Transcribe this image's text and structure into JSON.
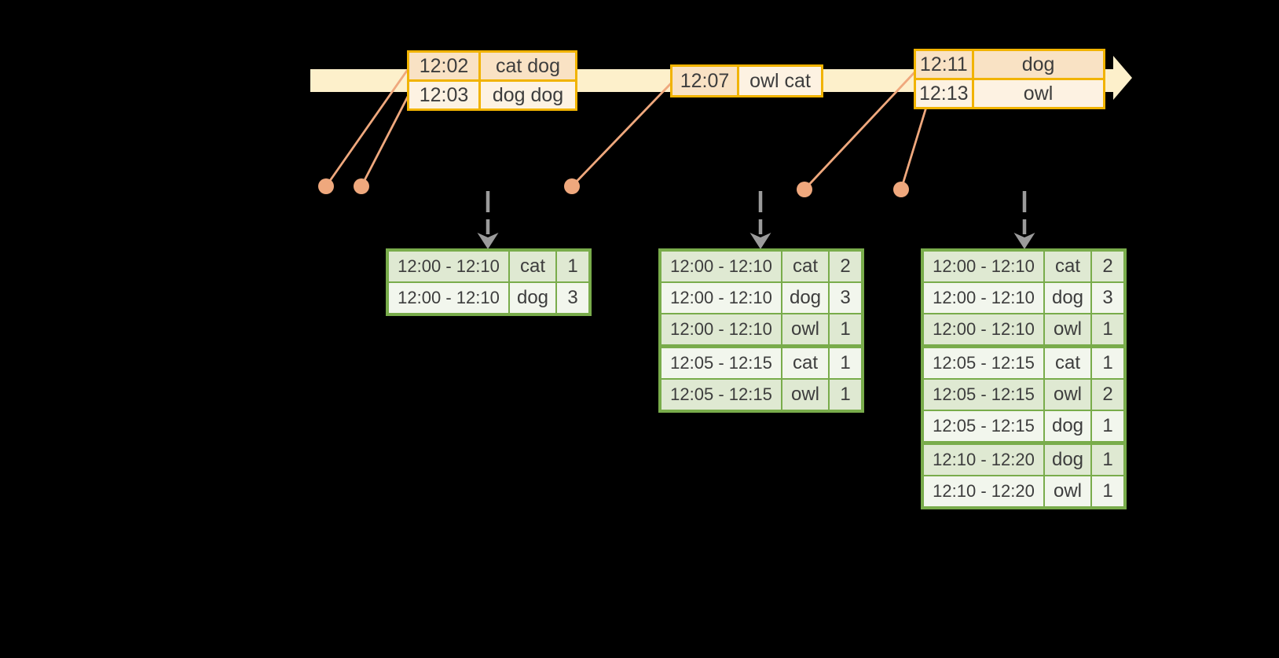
{
  "colors": {
    "background": "#000000",
    "timeline_fill": "#fdf0cb",
    "event_box_border": "#f1b300",
    "event_row_dark": "#f9e2c4",
    "event_row_light": "#fdf2e2",
    "connector_orange": "#efa87d",
    "trigger_arrow_gray": "#9b9b9b",
    "result_table_border": "#79ac4b",
    "result_row_dark": "#dfe9d2",
    "result_row_light": "#f2f6ed",
    "text": "#3d3d3d"
  },
  "event_boxes": [
    {
      "rows": [
        {
          "time": "12:02",
          "words": "cat dog",
          "time_shade": "dark",
          "words_shade": "dark"
        },
        {
          "time": "12:03",
          "words": "dog dog",
          "time_shade": "light",
          "words_shade": "light"
        }
      ]
    },
    {
      "rows": [
        {
          "time": "12:07",
          "words": "owl cat",
          "time_shade": "dark",
          "words_shade": "light"
        }
      ]
    },
    {
      "rows": [
        {
          "time": "12:11",
          "words": "dog",
          "time_shade": "dark",
          "words_shade": "dark"
        },
        {
          "time": "12:13",
          "words": "owl",
          "time_shade": "light",
          "words_shade": "light"
        }
      ]
    }
  ],
  "result_tables": [
    {
      "rows": [
        {
          "window": "12:00 - 12:10",
          "word": "cat",
          "count": "1"
        },
        {
          "window": "12:00 - 12:10",
          "word": "dog",
          "count": "3"
        }
      ]
    },
    {
      "rows": [
        {
          "window": "12:00 - 12:10",
          "word": "cat",
          "count": "2"
        },
        {
          "window": "12:00 - 12:10",
          "word": "dog",
          "count": "3"
        },
        {
          "window": "12:00 - 12:10",
          "word": "owl",
          "count": "1"
        },
        {
          "window": "12:05 - 12:15",
          "word": "cat",
          "count": "1"
        },
        {
          "window": "12:05 - 12:15",
          "word": "owl",
          "count": "1"
        }
      ]
    },
    {
      "rows": [
        {
          "window": "12:00 - 12:10",
          "word": "cat",
          "count": "2"
        },
        {
          "window": "12:00 - 12:10",
          "word": "dog",
          "count": "3"
        },
        {
          "window": "12:00 - 12:10",
          "word": "owl",
          "count": "1"
        },
        {
          "window": "12:05 - 12:15",
          "word": "cat",
          "count": "1"
        },
        {
          "window": "12:05 - 12:15",
          "word": "owl",
          "count": "2"
        },
        {
          "window": "12:05 - 12:15",
          "word": "dog",
          "count": "1"
        },
        {
          "window": "12:10 - 12:20",
          "word": "dog",
          "count": "1"
        },
        {
          "window": "12:10 - 12:20",
          "word": "owl",
          "count": "1"
        }
      ]
    }
  ]
}
